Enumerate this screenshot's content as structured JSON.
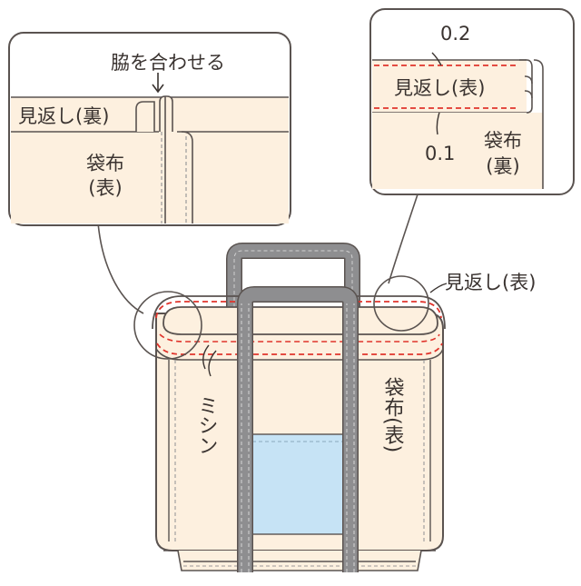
{
  "labels": {
    "match_sides": "脇を合わせる",
    "facing_back": "見返し(裏)",
    "body_front_line1": "袋布",
    "body_front_line2": "(表)",
    "dim_top": "0.2",
    "facing_front_inset": "見返し(表)",
    "dim_bottom": "0.1",
    "body_back_line1": "袋布",
    "body_back_line2": "(裏)",
    "facing_front_callout": "見返し(表)",
    "sewing": "ミシン",
    "bag_body_front": "袋布(表)"
  },
  "colors": {
    "fabric": "#fdf0df",
    "outline": "#5a5350",
    "strap": "#8e8e90",
    "strap_dark": "#6f6f72",
    "stitch_red": "#e0342c",
    "pocket": "#c6e3f5",
    "stitch_gray": "#9a9a9a"
  }
}
